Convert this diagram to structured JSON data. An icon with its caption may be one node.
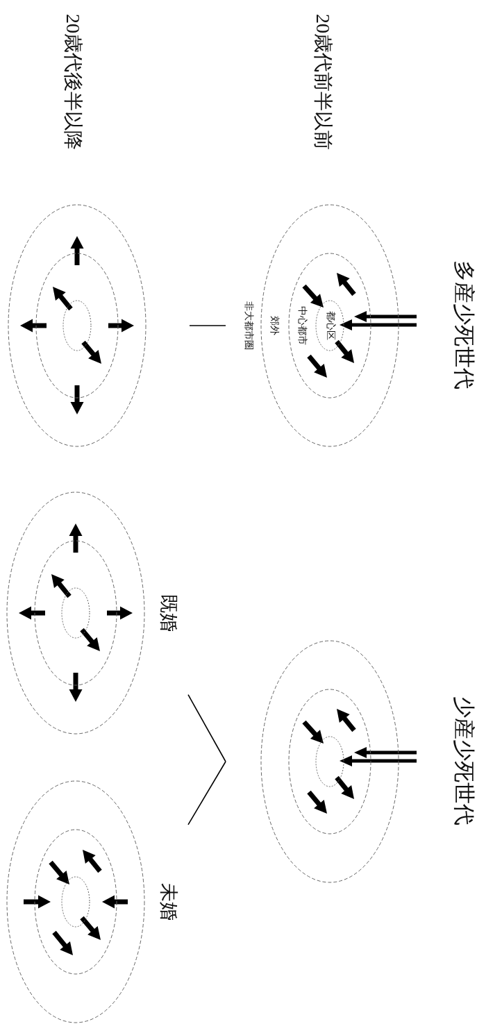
{
  "diagram": {
    "nodes": [
      {
        "text": [
          "郊外"
        ],
        "beside": [
          "非大都市圏"
        ]
      },
      {
        "text": [
          "中心都市"
        ],
        "in": 0
      },
      {
        "text": [
          "都心区"
        ],
        "in": 1
      },
      {
        "text": [],
        "shape": "circle"
      },
      {
        "text": [],
        "shape": "circle",
        "in": 3
      },
      {
        "text": [],
        "shape": "circle",
        "in": 4
      },
      {
        "text": [],
        "shape": "circle"
      },
      {
        "text": [],
        "shape": "circle",
        "in": 6
      },
      {
        "text": [],
        "shape": "circle",
        "in": 7
      },
      {
        "text": [],
        "shape": "circle",
        "beside": [
          "既婚"
        ]
      },
      {
        "text": [],
        "shape": "circle",
        "in": 9
      },
      {
        "text": [],
        "shape": "circle",
        "in": 10
      },
      {
        "text": [],
        "shape": "circle",
        "beside": [
          "未婚"
        ]
      },
      {
        "text": [],
        "shape": "circle",
        "in": 12
      },
      {
        "text": [],
        "shape": "circle",
        "in": 13
      }
    ],
    "edges": [
      {
        "from": 0,
        "to": 3,
        "arrow": "none"
      },
      {
        "from": 6,
        "to": 9,
        "arrow": "none"
      },
      {
        "from": 6,
        "to": 12,
        "arrow": "none"
      }
    ],
    "labels": [
      "多産少死世代",
      "少産少死世代",
      "20歳代前半以前",
      "20歳代後半以降"
    ]
  }
}
